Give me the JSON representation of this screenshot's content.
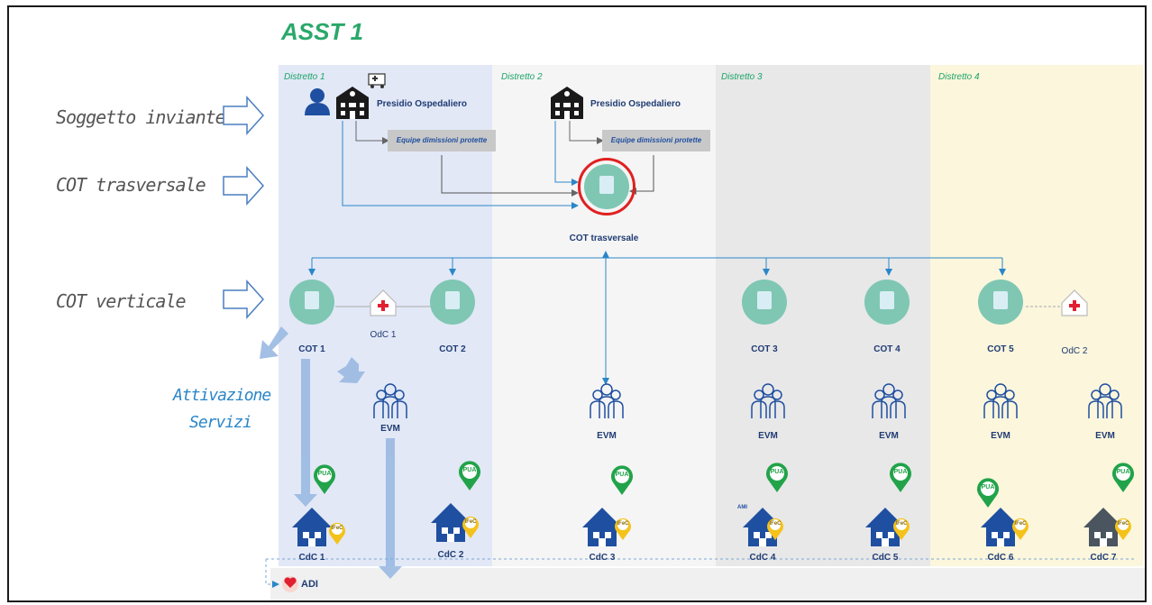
{
  "title": "ASST 1",
  "districts": [
    "Distretto 1",
    "Distretto 2",
    "Distretto 3",
    "Distretto 4"
  ],
  "left_labels": {
    "sender": "Soggetto inviante",
    "cot_transversal": "COT trasversale",
    "cot_vertical": "COT verticale",
    "activation_line1": "Attivazione",
    "activation_line2": "Servizi"
  },
  "hospital_label": "Presidio Ospedaliero",
  "equipe_label": "Equipe dimissioni protette",
  "cot_transversal_label": "COT trasversale",
  "cot_nodes": [
    "COT 1",
    "COT 2",
    "COT 3",
    "COT 4",
    "COT 5"
  ],
  "odc": [
    "OdC 1",
    "OdC 2"
  ],
  "evm": "EVM",
  "cdc": [
    "CdC 1",
    "CdC 2",
    "CdC 3",
    "CdC 4",
    "CdC 5",
    "CdC 6",
    "CdC 7"
  ],
  "pua": "PUA",
  "ifec": "IFeC",
  "adi": "ADI",
  "ami": "AMI",
  "colors": {
    "title_green": "#2aa86a",
    "cot_teal": "#7fc7b3",
    "house_blue": "#1f4fa0",
    "connector_blue": "#2a86c9",
    "pua_green": "#22a34a",
    "ifec_yellow": "#f4c21a",
    "highlight_red": "#e02020"
  }
}
